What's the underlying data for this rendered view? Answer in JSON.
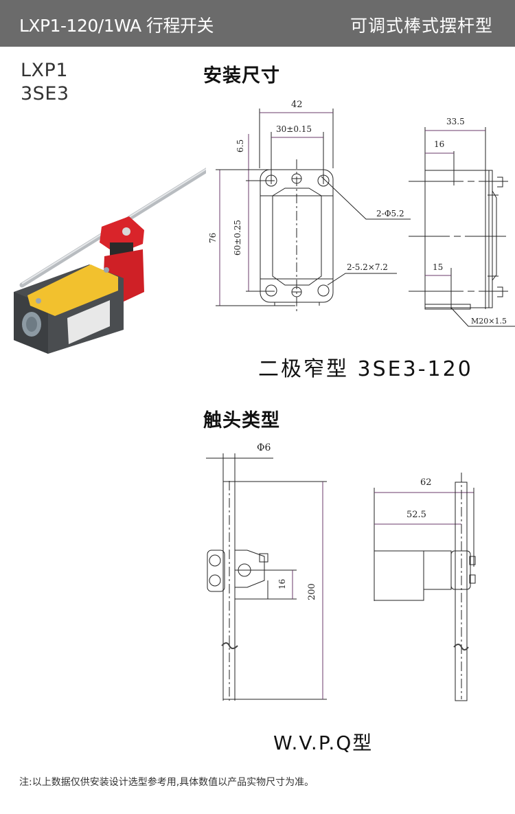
{
  "header": {
    "title": "LXP1-120/1WA 行程开关",
    "subtitle": "可调式棒式摆杆型",
    "background": "#6b6b6b"
  },
  "model": {
    "line1": "LXP1",
    "line2": "3SE3"
  },
  "product_photo": {
    "icon": "limit-switch-photo",
    "colors": {
      "cover": "#f2c12e",
      "body": "#4a4d50",
      "actuator": "#d9242a",
      "rod": "#c9ccd0"
    }
  },
  "install_section": {
    "title": "安装尺寸",
    "front_view": {
      "width": "42",
      "hole_spacing_x": "30±0.15",
      "top_offset": "6.5",
      "height": "76",
      "hole_spacing_y": "60±0.25",
      "round_holes": "2-Φ5.2",
      "slot_holes": "2-5.2×7.2"
    },
    "side_view": {
      "depth": "33.5",
      "top_offset": "16",
      "bottom_offset": "15",
      "thread": "M20×1.5"
    },
    "caption": "二极窄型 3SE3-120"
  },
  "contact_section": {
    "title": "触头类型",
    "front_view": {
      "rod_diameter": "Φ6",
      "rod_length": "200",
      "clamp_offset": "16"
    },
    "side_view": {
      "overall": "62",
      "body_to_rod": "52.5"
    },
    "caption": "W.V.P.Q型"
  },
  "footer": {
    "note": "注:以上数据仅供安装设计选型参考用,具体数值以产品实物尺寸为准。"
  }
}
